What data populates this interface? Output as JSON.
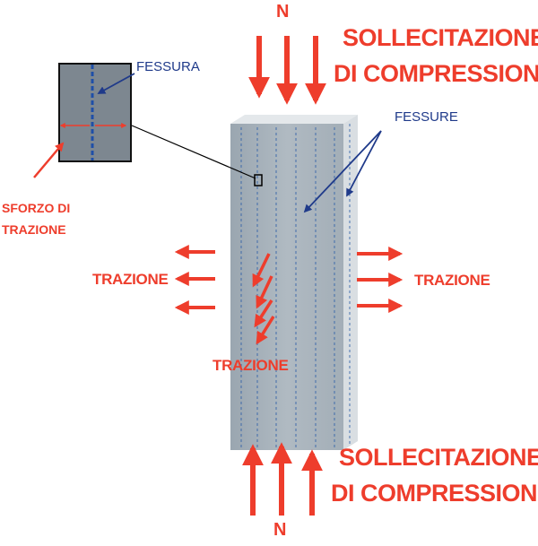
{
  "labels": {
    "n_top": "N",
    "n_bottom": "N",
    "compression_top_line1": "SOLLECITAZIONE",
    "compression_top_line2": "DI COMPRESSIONE",
    "compression_bottom_line1": "SOLLECITAZIONE",
    "compression_bottom_line2": "DI COMPRESSIONE",
    "fessura": "FESSURA",
    "fessure": "FESSURE",
    "sforzo_line1": "SFORZO DI",
    "sforzo_line2": "TRAZIONE",
    "trazione_left": "TRAZIONE",
    "trazione_right": "TRAZIONE",
    "trazione_center": "TRAZIONE"
  },
  "colors": {
    "force_red": "#ee3d2c",
    "crack_blue": "#1f3a8a",
    "column_front": "#a9b4bd",
    "column_side": "#d9dee2",
    "column_top": "#e4e8eb",
    "inset_fill": "#7d8790"
  }
}
